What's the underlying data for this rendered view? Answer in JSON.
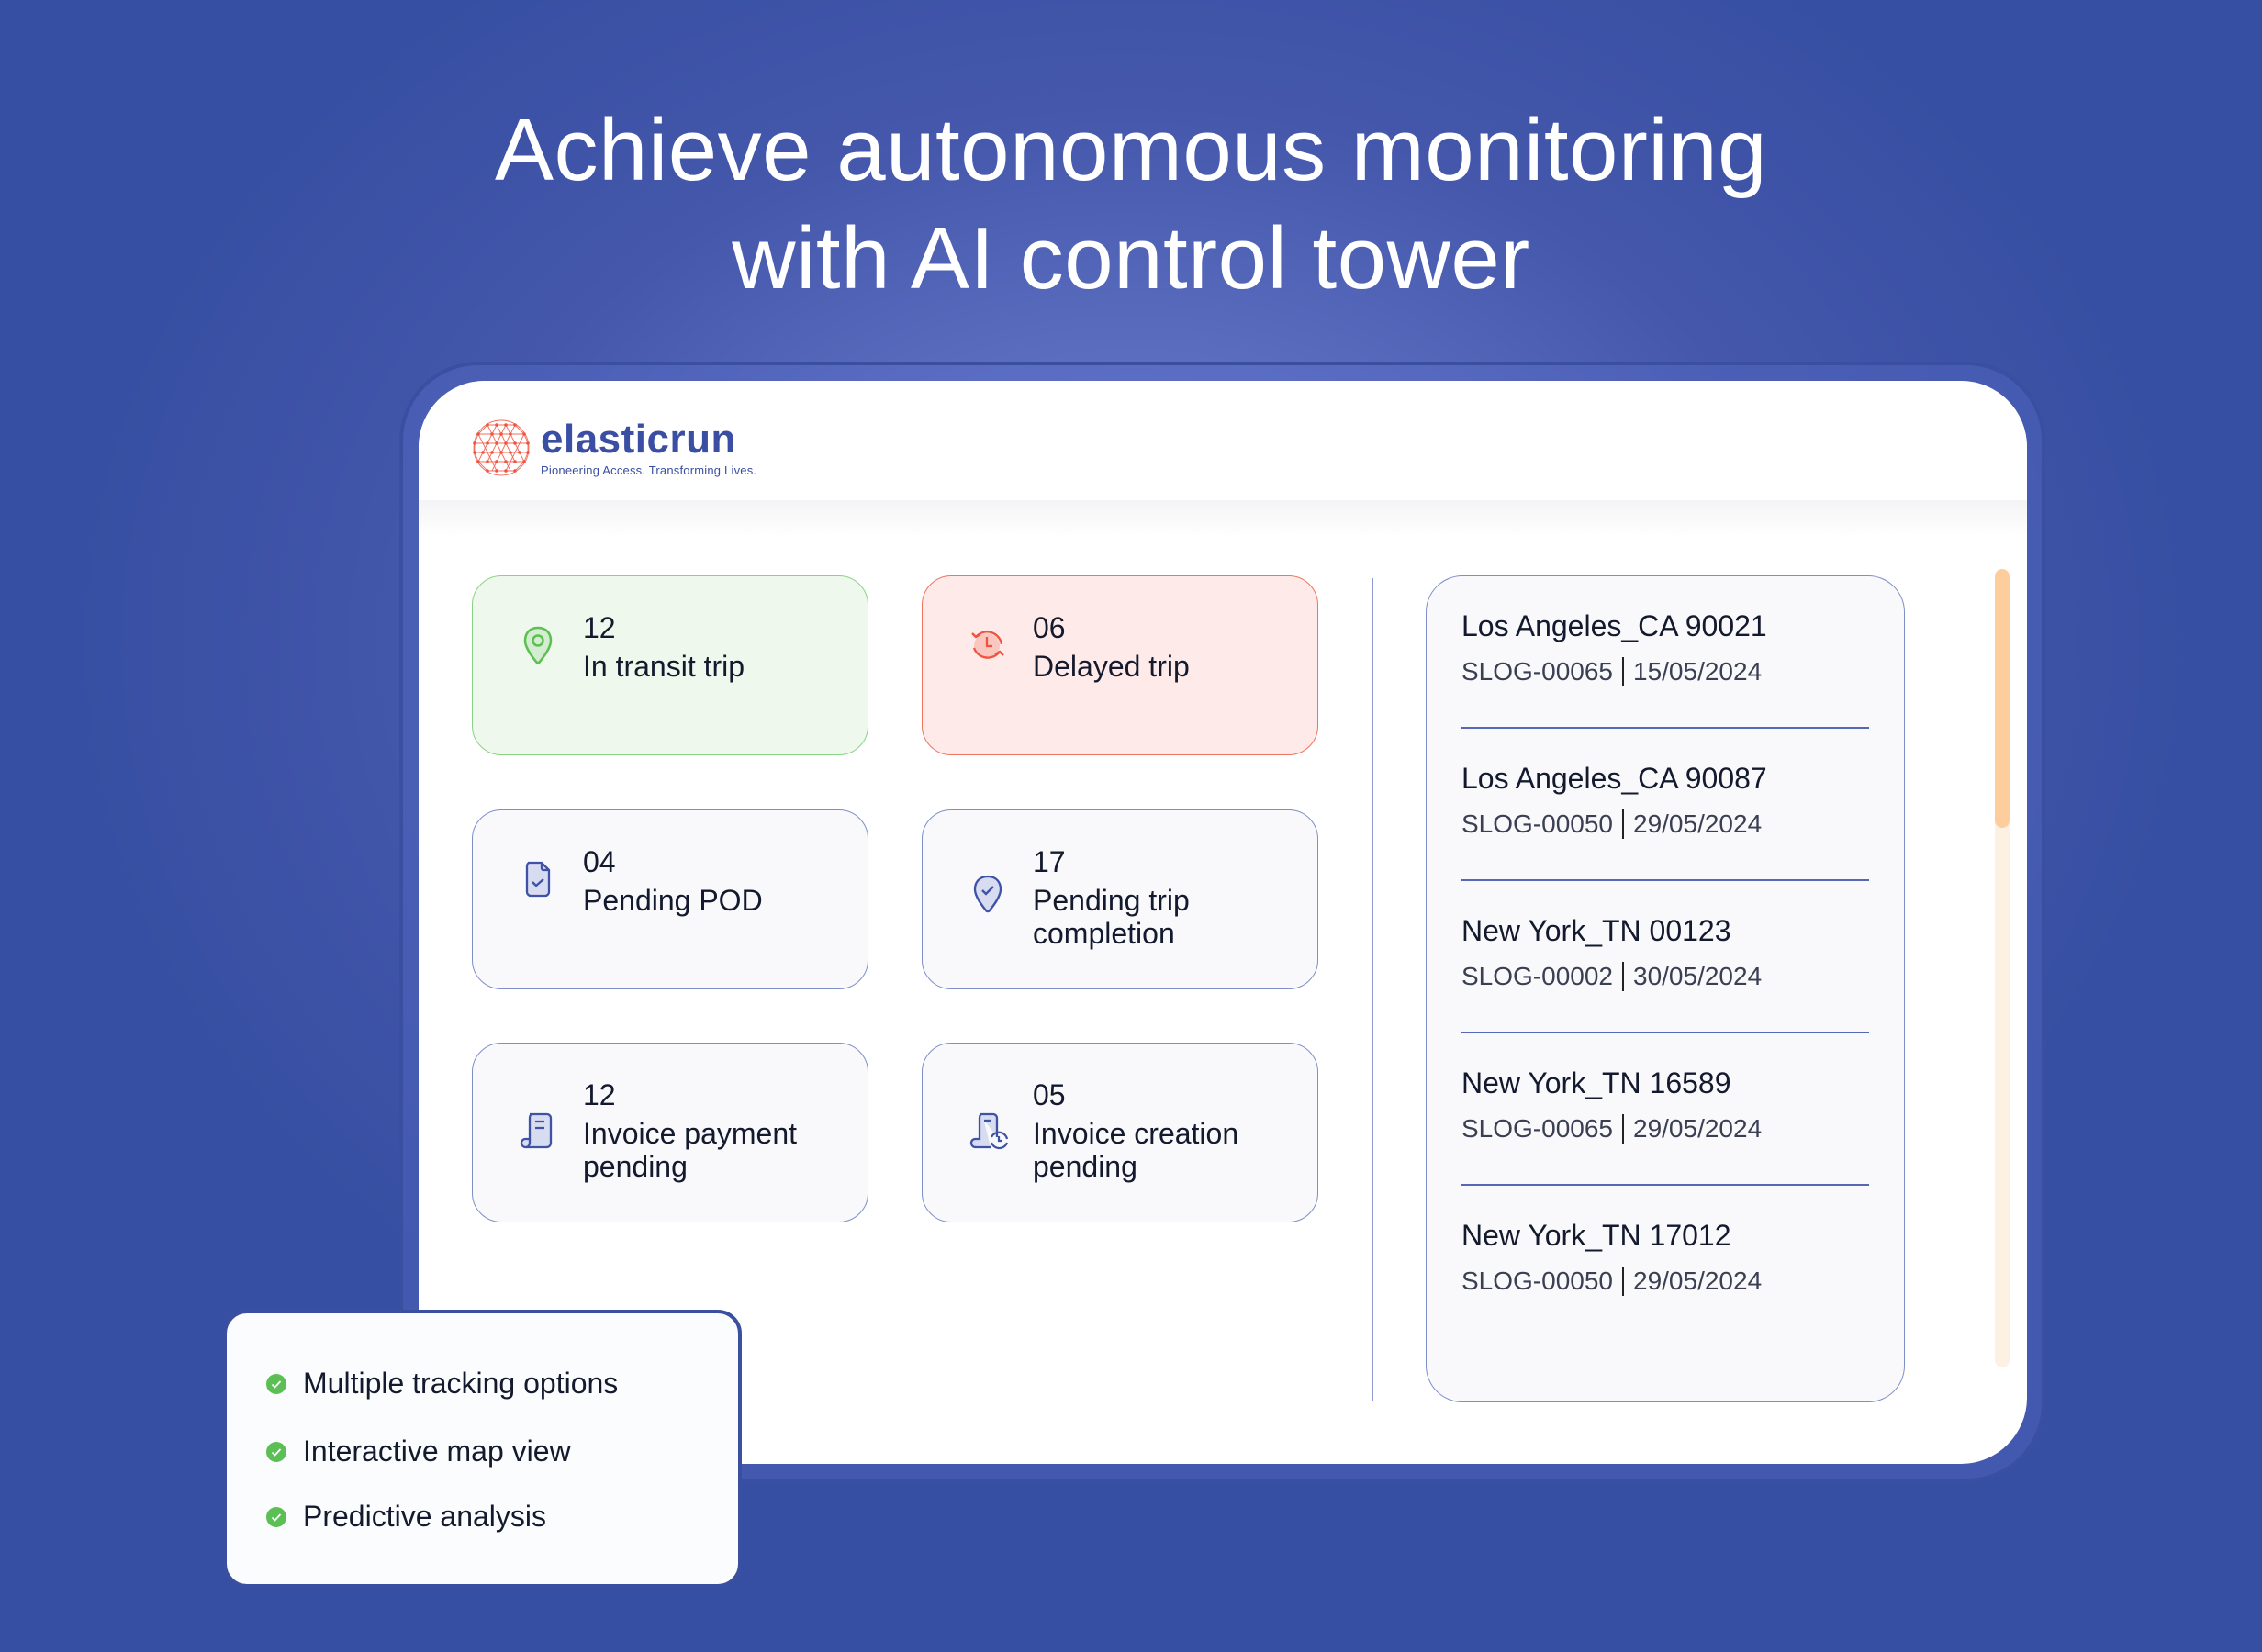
{
  "headline": {
    "line1": "Achieve autonomous monitoring",
    "line2": "with AI control tower"
  },
  "brand": {
    "name": "elasticrun",
    "tagline": "Pioneering Access. Transforming Lives.",
    "logo_icon": "globe-mesh-icon",
    "color": "#3a4ea3",
    "logo_color": "#f0533f"
  },
  "cards": [
    {
      "count": "12",
      "label": "In transit trip",
      "icon": "map-pin-icon",
      "style": "green",
      "accent": "#5dbf52"
    },
    {
      "count": "06",
      "label": "Delayed trip",
      "icon": "clock-refresh-icon",
      "style": "red",
      "accent": "#f0533f"
    },
    {
      "count": "04",
      "label": "Pending POD",
      "icon": "document-check-icon",
      "style": "neutral",
      "accent": "#3e52a6"
    },
    {
      "count": "17",
      "label": "Pending trip completion",
      "icon": "pin-check-icon",
      "style": "neutral",
      "accent": "#3e52a6"
    },
    {
      "count": "12",
      "label": "Invoice payment pending",
      "icon": "invoice-scroll-icon",
      "style": "neutral",
      "accent": "#3e52a6"
    },
    {
      "count": "05",
      "label": "Invoice creation pending",
      "icon": "invoice-clock-icon",
      "style": "neutral",
      "accent": "#3e52a6"
    }
  ],
  "trips": [
    {
      "location": "Los Angeles_CA 90021",
      "id": "SLOG-00065",
      "date": "15/05/2024"
    },
    {
      "location": "Los Angeles_CA 90087",
      "id": "SLOG-00050",
      "date": "29/05/2024"
    },
    {
      "location": "New York_TN 00123",
      "id": "SLOG-00002",
      "date": "30/05/2024"
    },
    {
      "location": "New York_TN 16589",
      "id": "SLOG-00065",
      "date": "29/05/2024"
    },
    {
      "location": "New York_TN 17012",
      "id": "SLOG-00050",
      "date": "29/05/2024"
    }
  ],
  "features": [
    {
      "label": "Multiple tracking options",
      "icon": "check-circle-icon"
    },
    {
      "label": "Interactive map view",
      "icon": "check-circle-icon"
    },
    {
      "label": "Predictive analysis",
      "icon": "check-circle-icon"
    }
  ],
  "colors": {
    "background": "#374fa2",
    "scrollbar_thumb": "#fecd9e",
    "check_green": "#5cbf55"
  }
}
